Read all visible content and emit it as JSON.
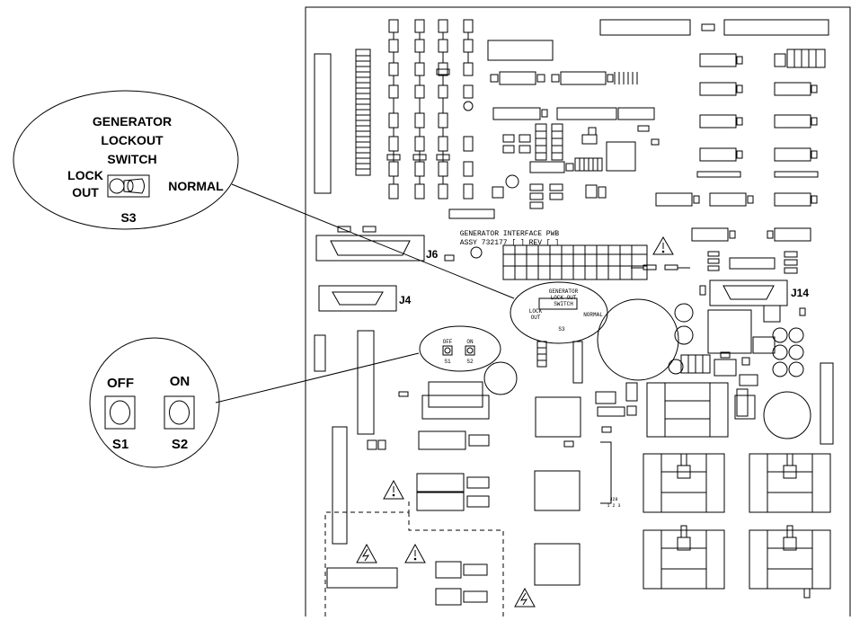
{
  "board": {
    "title_line1": "GENERATOR INTERFACE PWB",
    "title_line2": "ASSY 732177 [  ] REV [  ]",
    "connectors": {
      "j6": "J6",
      "j4": "J4",
      "j14": "J14"
    },
    "inline_lockout": {
      "line1": "GENERATOR",
      "line2": "LOCK OUT",
      "line3": "SWITCH",
      "lock": "LOCK",
      "out": "OUT",
      "normal": "NORMAL",
      "s3": "S3"
    },
    "inline_switches": {
      "off": "OFF",
      "on": "ON",
      "s1": "S1",
      "s2": "S2"
    },
    "jumper_label": "J28",
    "jumper_pins": "1 2 3"
  },
  "callout_lockout": {
    "line1": "GENERATOR",
    "line2": "LOCKOUT",
    "line3": "SWITCH",
    "lock": "LOCK",
    "out": "OUT",
    "normal": "NORMAL",
    "s3": "S3"
  },
  "callout_switches": {
    "off": "OFF",
    "on": "ON",
    "s1": "S1",
    "s2": "S2"
  },
  "colors": {
    "ink": "#000000",
    "paper": "#ffffff"
  },
  "icons": [
    "warning-triangle-icon",
    "high-voltage-icon",
    "toggle-switch-icon",
    "push-button-icon"
  ]
}
